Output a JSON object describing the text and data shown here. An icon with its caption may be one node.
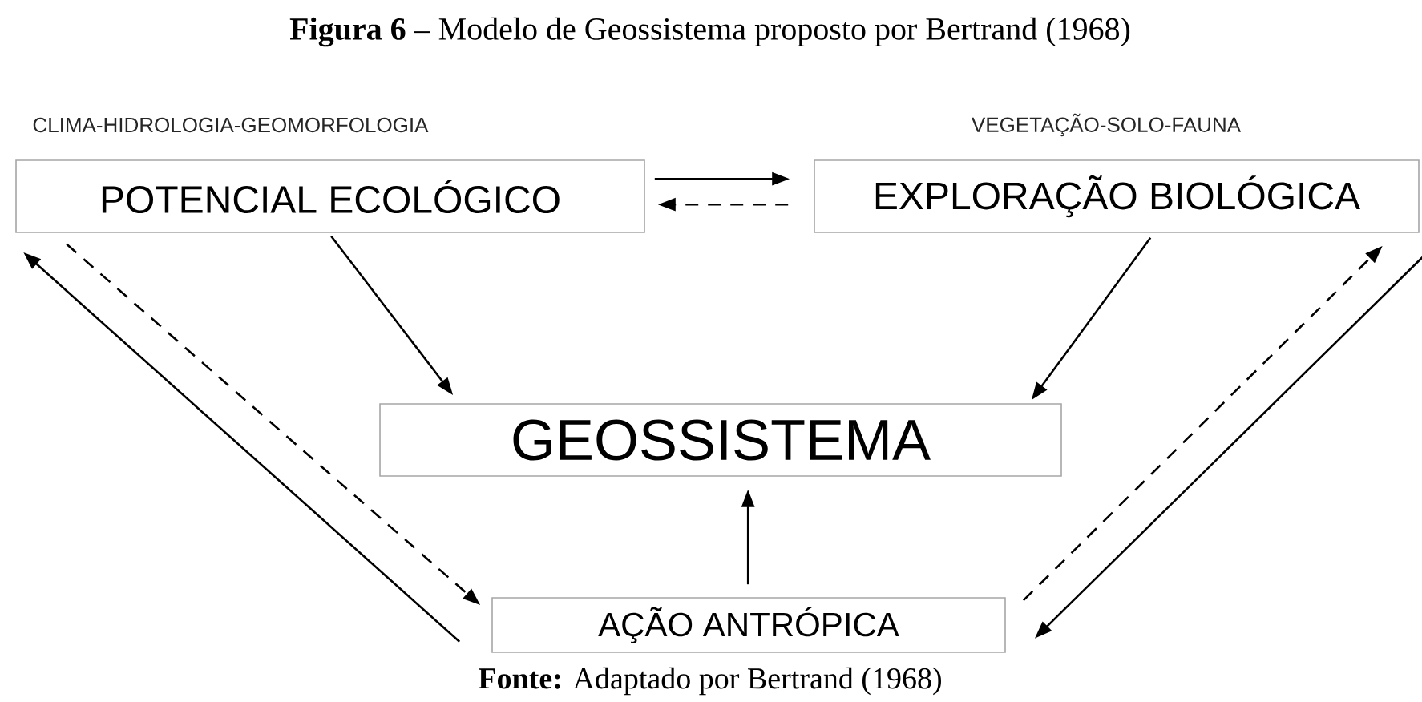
{
  "diagram": {
    "title": "**Figura 6** – Modelo de Geossistema proposto por Bertrand (1968)",
    "caption": "**Fonte:** Adaptado por Bertrand (1968)",
    "nodes": [
      {
        "text": [
          "POTENCIAL ECOLÓGICO"
        ],
        "beside": [
          "CLIMA-HIDROLOGIA-GEOMORFOLOGIA"
        ]
      },
      {
        "text": [
          "EXPLORAÇÃO BIOLÓGICA"
        ],
        "beside": [
          "VEGETAÇÃO-SOLO-FAUNA"
        ]
      },
      {
        "text": [
          "GEOSSISTEMA"
        ]
      },
      {
        "text": [
          "AÇÃO ANTRÓPICA"
        ]
      }
    ],
    "edges": [
      {
        "from": 0,
        "to": 1,
        "arrow": "to"
      },
      {
        "from": 1,
        "to": 0,
        "arrow": "to",
        "style": "dashed"
      },
      {
        "from": 0,
        "to": 2,
        "arrow": "to"
      },
      {
        "from": 1,
        "to": 2,
        "arrow": "to"
      },
      {
        "from": 3,
        "to": 2,
        "arrow": "to"
      },
      {
        "from": 3,
        "to": 0,
        "arrow": "to"
      },
      {
        "from": 0,
        "to": 3,
        "arrow": "to",
        "style": "dashed"
      },
      {
        "from": 1,
        "to": 3,
        "arrow": "to"
      },
      {
        "from": 3,
        "to": 1,
        "arrow": "to",
        "style": "dashed"
      }
    ]
  }
}
